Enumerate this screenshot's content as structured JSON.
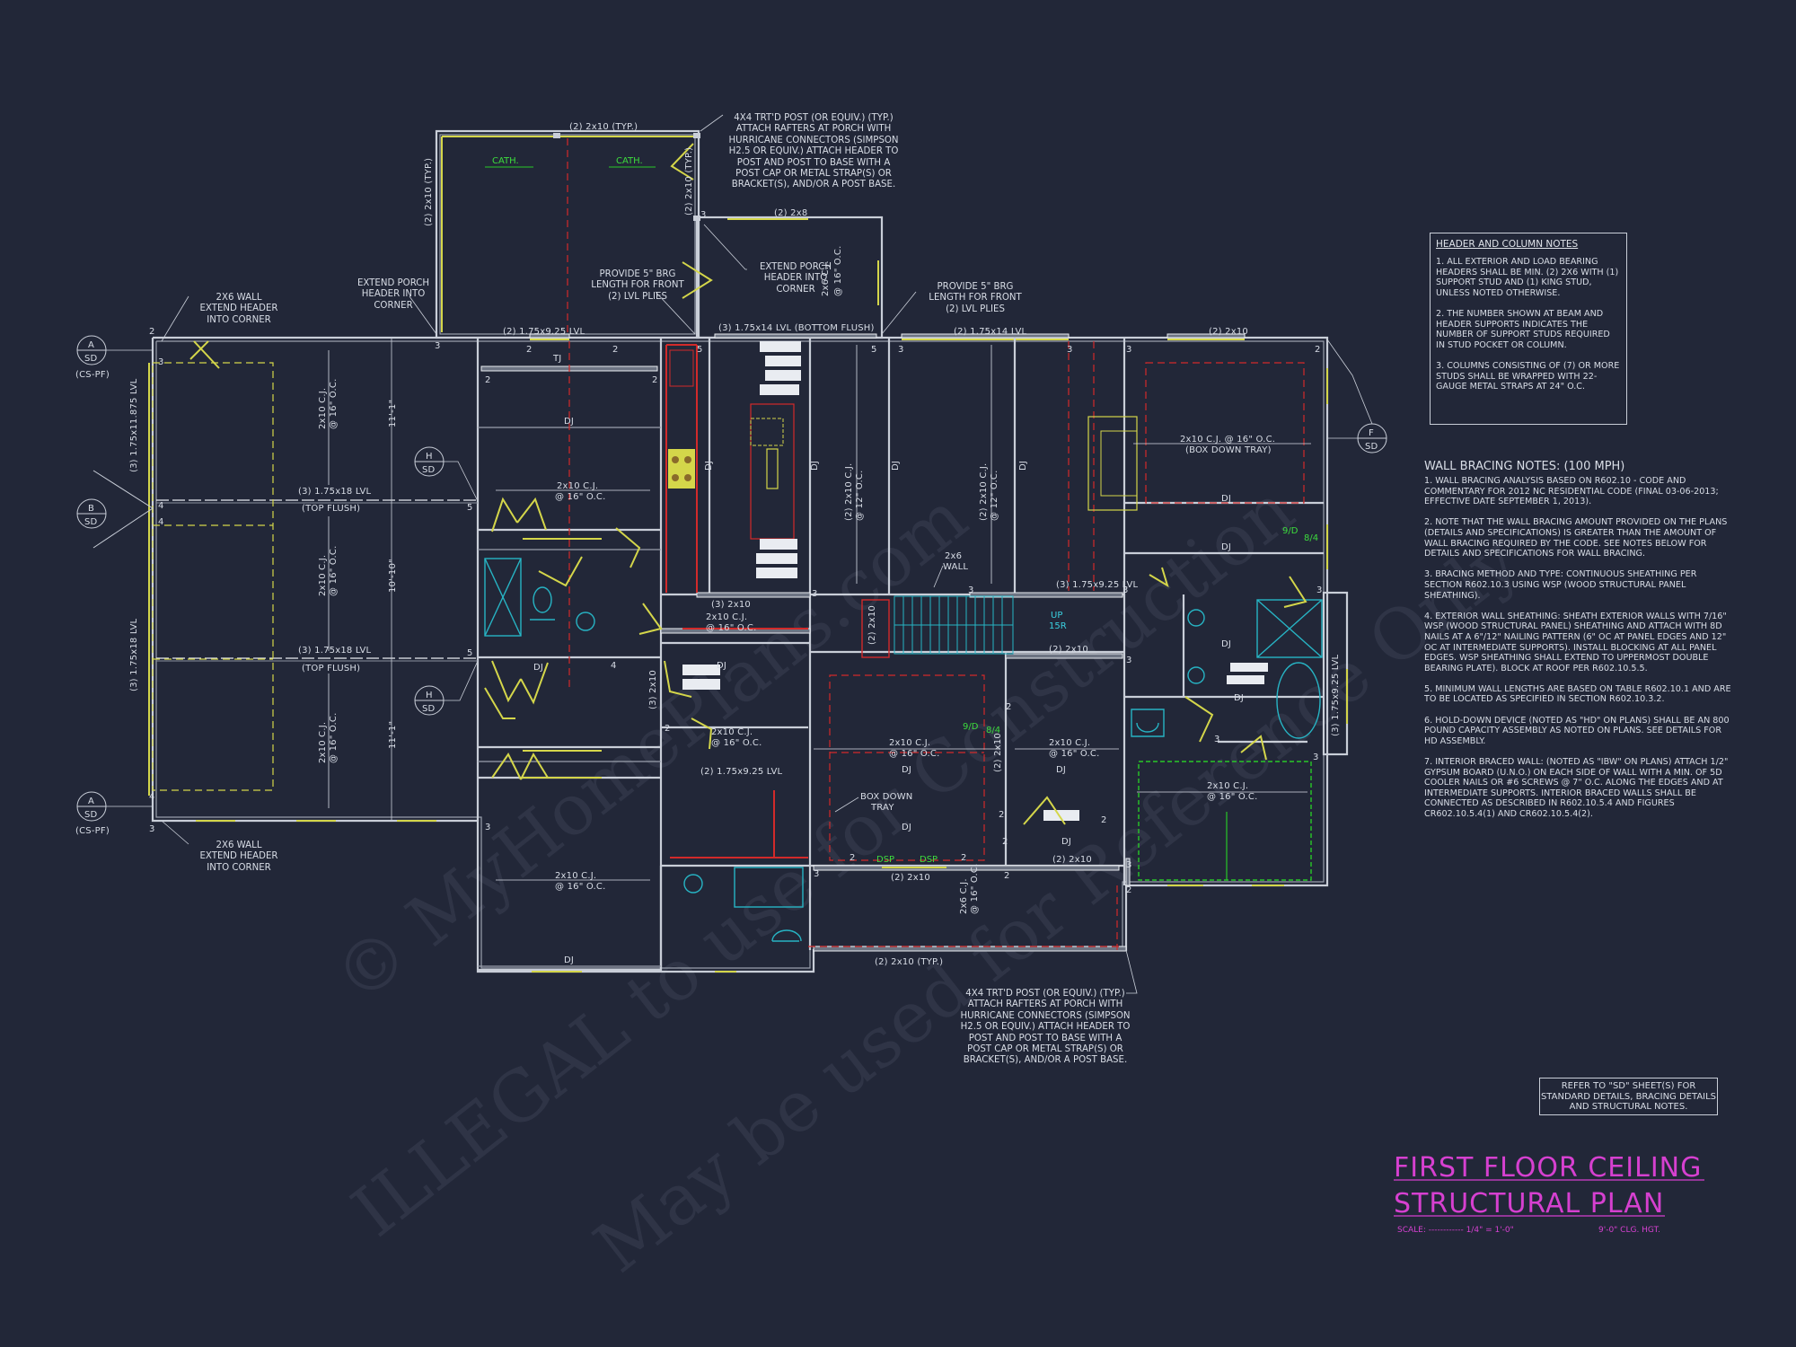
{
  "drawing": {
    "title_line1": "FIRST FLOOR CEILING",
    "title_line2": "STRUCTURAL PLAN",
    "scale_label": "SCALE: ------------ 1/4\" = 1'-0\"",
    "ceiling_height": "9'-0\" CLG. HGT."
  },
  "watermark": {
    "line1": "© MyHomePlans.com",
    "line2": "ILLEGAL to use for Construction",
    "line3": "May be used for Reference Only"
  },
  "header_column_notes": {
    "title": "HEADER AND COLUMN NOTES",
    "body": "1. ALL EXTERIOR AND LOAD BEARING HEADERS SHALL BE MIN. (2) 2x6 WITH (1) SUPPORT STUD AND (1) KING STUD, UNLESS NOTED OTHERWISE.\n\n2. THE NUMBER SHOWN AT BEAM AND HEADER SUPPORTS INDICATES THE NUMBER OF SUPPORT STUDS REQUIRED IN STUD POCKET OR COLUMN.\n\n3. COLUMNS CONSISTING OF (7) OR MORE STUDS SHALL BE WRAPPED WITH 22-GAUGE METAL STRAPS AT 24\" O.C."
  },
  "wall_bracing_notes": {
    "title": "WALL BRACING NOTES: (100 MPH)",
    "body": "1. WALL BRACING ANALYSIS BASED ON R602.10 - CODE AND COMMENTARY FOR 2012 NC RESIDENTIAL CODE (FINAL 03-06-2013; EFFECTIVE DATE SEPTEMBER 1, 2013).\n\n2. NOTE THAT THE WALL BRACING AMOUNT PROVIDED ON THE PLANS (DETAILS AND SPECIFICATIONS) IS GREATER THAN THE AMOUNT OF WALL BRACING REQUIRED BY THE CODE. SEE NOTES BELOW FOR DETAILS AND SPECIFICATIONS FOR WALL BRACING.\n\n3. BRACING METHOD AND TYPE: CONTINUOUS SHEATHING PER SECTION R602.10.3 USING WSP (WOOD STRUCTURAL PANEL SHEATHING).\n\n4. EXTERIOR WALL SHEATHING: SHEATH EXTERIOR WALLS WITH 7/16\" WSP (WOOD STRUCTURAL PANEL) SHEATHING AND ATTACH WITH 8d NAILS AT A 6\"/12\" NAILING PATTERN (6\" OC AT PANEL EDGES AND 12\" OC AT INTERMEDIATE SUPPORTS). INSTALL BLOCKING AT ALL PANEL EDGES. WSP SHEATHING SHALL EXTEND TO UPPERMOST DOUBLE BEARING PLATE). BLOCK AT ROOF PER R602.10.5.5.\n\n5. MINIMUM WALL LENGTHS ARE BASED ON TABLE R602.10.1 AND ARE TO BE LOCATED AS SPECIFIED IN SECTION R602.10.3.2.\n\n6. HOLD-DOWN DEVICE (NOTED AS \"HD\" ON PLANS) SHALL BE AN 800 POUND CAPACITY ASSEMBLY AS NOTED ON PLANS. SEE DETAILS FOR HD ASSEMBLY.\n\n7. INTERIOR BRACED WALL: (NOTED AS \"IBW\" ON PLANS) ATTACH 1/2\" GYPSUM BOARD (U.N.O.) ON EACH SIDE OF WALL WITH A MIN. OF 5d COOLER NAILS OR #6 SCREWS @ 7\" O.C. ALONG THE EDGES AND AT INTERMEDIATE SUPPORTS. INTERIOR BRACED WALLS SHALL BE CONNECTED AS DESCRIBED IN R602.10.5.4 AND FIGURES CR602.10.5.4(1) AND CR602.10.5.4(2)."
  },
  "reference_box": "REFER TO \"SD\" SHEET(S) FOR STANDARD DETAILS, BRACING DETAILS AND STRUCTURAL NOTES.",
  "callouts": {
    "porch_post_top": "4x4 TRT'D POST (OR EQUIV.) (TYP.)\nATTACH RAFTERS AT PORCH WITH\nHURRICANE CONNECTORS (SIMPSON\nH2.5 OR EQUIV.) ATTACH HEADER TO\nPOST AND POST TO BASE WITH A\nPOST CAP OR METAL STRAP(S) OR\nBRACKET(S), AND/OR A POST BASE.",
    "porch_post_bottom": "4x4 TRT'D POST (OR EQUIV.) (TYP.)\nATTACH RAFTERS AT PORCH WITH\nHURRICANE CONNECTORS (SIMPSON\nH2.5 OR EQUIV.) ATTACH HEADER TO\nPOST AND POST TO BASE WITH A\nPOST CAP OR METAL STRAP(S) OR\nBRACKET(S), AND/OR A POST BASE.",
    "extend_porch_left": "EXTEND PORCH\nHEADER INTO\nCORNER",
    "extend_porch_right": "EXTEND PORCH\nHEADER INTO\nCORNER",
    "provide_brg_left": "PROVIDE 5\" BRG\nLENGTH FOR FRONT\n(2) LVL PLIES",
    "provide_brg_right": "PROVIDE 5\" BRG\nLENGTH FOR FRONT\n(2) LVL PLIES",
    "wall_extend_top": "2x6 WALL\nEXTEND HEADER\nINTO CORNER",
    "wall_extend_bottom": "2x6 WALL\nEXTEND HEADER\nINTO CORNER",
    "box_down_tray": "BOX DOWN\nTRAY",
    "two_by_six_wall": "2x6\nWALL"
  },
  "section_markers": [
    {
      "letter": "A",
      "sheet": "SD",
      "sub": "(CS-PF)"
    },
    {
      "letter": "B",
      "sheet": "SD",
      "sub": ""
    },
    {
      "letter": "A",
      "sheet": "SD",
      "sub": "(CS-PF)"
    },
    {
      "letter": "H",
      "sheet": "SD",
      "sub": ""
    },
    {
      "letter": "H",
      "sheet": "SD",
      "sub": ""
    },
    {
      "letter": "F",
      "sheet": "SD",
      "sub": ""
    }
  ],
  "labels": {
    "cath1": "CATH.",
    "cath2": "CATH.",
    "porch_top_beam": "(2) 2x10 (TYP.)",
    "porch_left_beam": "(2) 2x10 (TYP.)",
    "porch_right_beam": "(2) 2x10 (TYP.)",
    "porch_2x8": "(2) 2x8",
    "porch_2x6": "2x6 C.J.\n@ 16\" O.C.",
    "front_lvl_left": "(2) 1.75x9.25 LVL",
    "front_lvl_mid": "(3) 1.75x14 LVL (BOTTOM FLUSH)",
    "front_lvl_right": "(2) 1.75x14 LVL",
    "front_2x10_right": "(2) 2x10",
    "tj": "TJ",
    "garage_lvl_upper": "(3) 1.75x18 LVL",
    "garage_lvl_lower": "(3) 1.75x18 LVL",
    "top_flush_1": "(TOP FLUSH)",
    "top_flush_2": "(TOP FLUSH)",
    "garage_side_lvl_top": "(3) 1.75x11.875 LVL",
    "garage_side_lvl_bottom": "(3) 1.75x18 LVL",
    "garage_cj_1": "2x10 C.J.\n@ 16\" O.C.",
    "garage_cj_2": "2x10 C.J.\n@ 16\" O.C.",
    "garage_cj_3": "2x10 C.J.\n@ 16\" O.C.",
    "dim_11_1_top": "11'-1\"",
    "dim_10_10": "10'-10\"",
    "dim_11_1_bottom": "11'-1\"",
    "dj": "DJ",
    "cj_2x10": "2x10 C.J.\n@ 16\" O.C.",
    "cj_2x10_living": "(2) 2x10 C.J.\n@ 12\" O.C.",
    "cj_2x10_dining": "(2) 2x10 C.J.\n@ 12\" O.C.",
    "box_down_tray_master": "2x10 C.J. @ 16\" O.C.\n(BOX DOWN TRAY)",
    "lvl_stair": "(3) 1.75x9.25 LVL",
    "lvl_hall": "(2) 1.75x9.25 LVL",
    "hd_3x10": "(3) 2x10",
    "hd_2x10_a": "(2) 2x10",
    "hd_2x10_b": "(2) 2x10",
    "hd_2x10_c": "(2) 2x10",
    "hd_2x10_d": "(2) 2x10",
    "up_15r": "UP\n15R",
    "hd_9d": "9/D",
    "hd_8_4": "8/4",
    "dsp": "DSP",
    "right_lvl": "(3) 1.75x9.25 LVL"
  }
}
